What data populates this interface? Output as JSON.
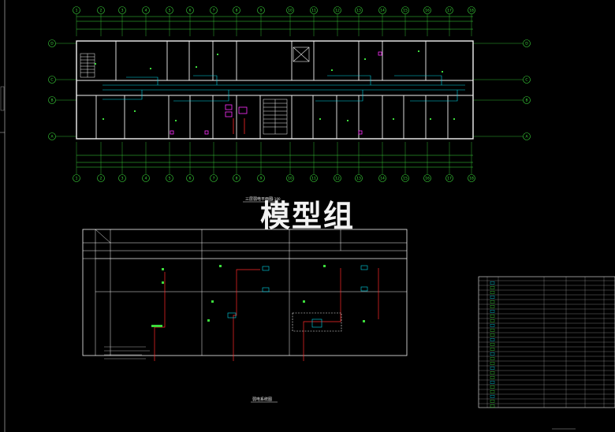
{
  "drawing": {
    "watermark": "模型组",
    "axis_numbers": [
      "1",
      "2",
      "3",
      "4",
      "5",
      "6",
      "7",
      "8",
      "9",
      "10",
      "11",
      "12",
      "13",
      "14",
      "15",
      "16",
      "17",
      "18"
    ],
    "axis_letters_left": [
      "D",
      "C",
      "B",
      "A"
    ],
    "axis_letters_right": [
      "D",
      "C",
      "B",
      "A"
    ],
    "plan_caption": "三层弱电平面图",
    "plan_scale": "1:100",
    "riser_caption": "弱电系统图"
  },
  "colors": {
    "background": "#000000",
    "wall": "#f2f2f2",
    "dimension": "#3cdc3c",
    "axis_bubble": "#3cdc3c",
    "cyan": "#00d8e8",
    "red": "#ff2a2a",
    "magenta": "#ff30ff",
    "text": "#d8d8d8"
  }
}
